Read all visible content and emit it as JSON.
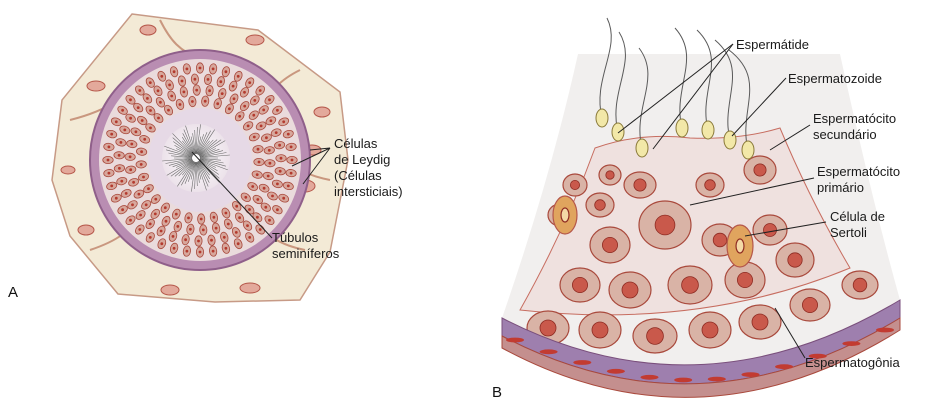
{
  "panels": {
    "a_letter": "A",
    "b_letter": "B"
  },
  "panel_a": {
    "leydig_label": [
      "Células",
      "de Leydig",
      "(Células",
      "intersticiais)"
    ],
    "tubule_label": [
      "Túbulos",
      "seminíferos"
    ]
  },
  "panel_b": {
    "spermatid": "Espermátide",
    "spermatozoon": "Espermatozoide",
    "secondary": [
      "Espermatócito",
      "secundário"
    ],
    "primary": [
      "Espermatócito",
      "primário"
    ],
    "sertoli": [
      "Célula de",
      "Sertoli"
    ],
    "spermatogonia": "Espermatogônia"
  },
  "colors": {
    "interstitium": "#f3ead6",
    "cell_pink": "#e8c6bb",
    "cell_border": "#b5574a",
    "nucleus_red": "#b33a2e",
    "basement_purple": "#a77ea5",
    "lumen_lilac": "#e6d9e6",
    "sertoli_orange": "#e0a45e",
    "sperm_yellow": "#f2e8a8"
  }
}
